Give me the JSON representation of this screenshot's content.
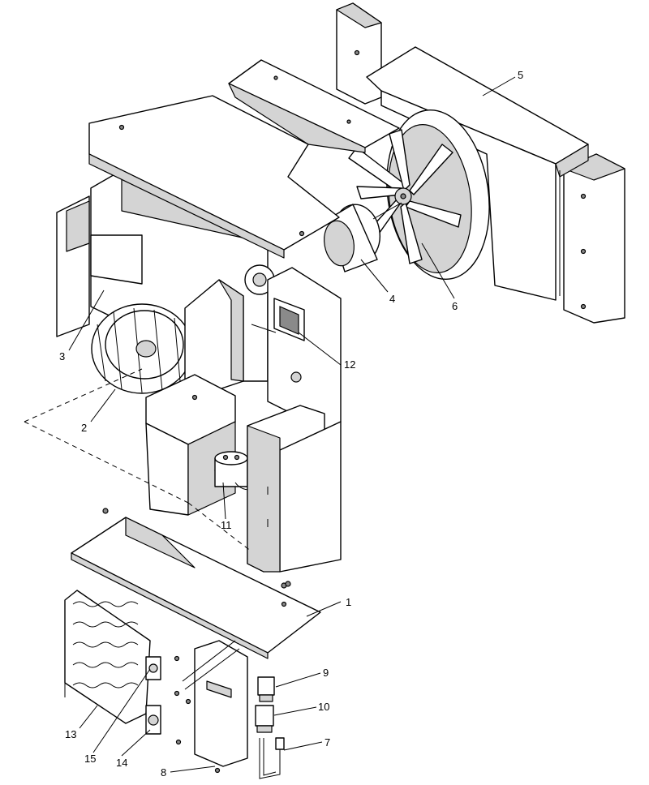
{
  "callouts": [
    {
      "id": "1",
      "text": "1"
    },
    {
      "id": "2",
      "text": "2"
    },
    {
      "id": "3",
      "text": "3"
    },
    {
      "id": "4",
      "text": "4"
    },
    {
      "id": "5",
      "text": "5"
    },
    {
      "id": "6",
      "text": "6"
    },
    {
      "id": "7",
      "text": "7"
    },
    {
      "id": "8",
      "text": "8"
    },
    {
      "id": "9",
      "text": "9"
    },
    {
      "id": "10",
      "text": "10"
    },
    {
      "id": "11",
      "text": "11"
    },
    {
      "id": "12",
      "text": "12"
    },
    {
      "id": "13",
      "text": "13"
    },
    {
      "id": "14",
      "text": "14"
    },
    {
      "id": "15",
      "text": "15"
    }
  ],
  "colors": {
    "line": "#000000",
    "shade": "#d4d4d4",
    "dark": "#8a8a8a",
    "paper": "#ffffff"
  }
}
